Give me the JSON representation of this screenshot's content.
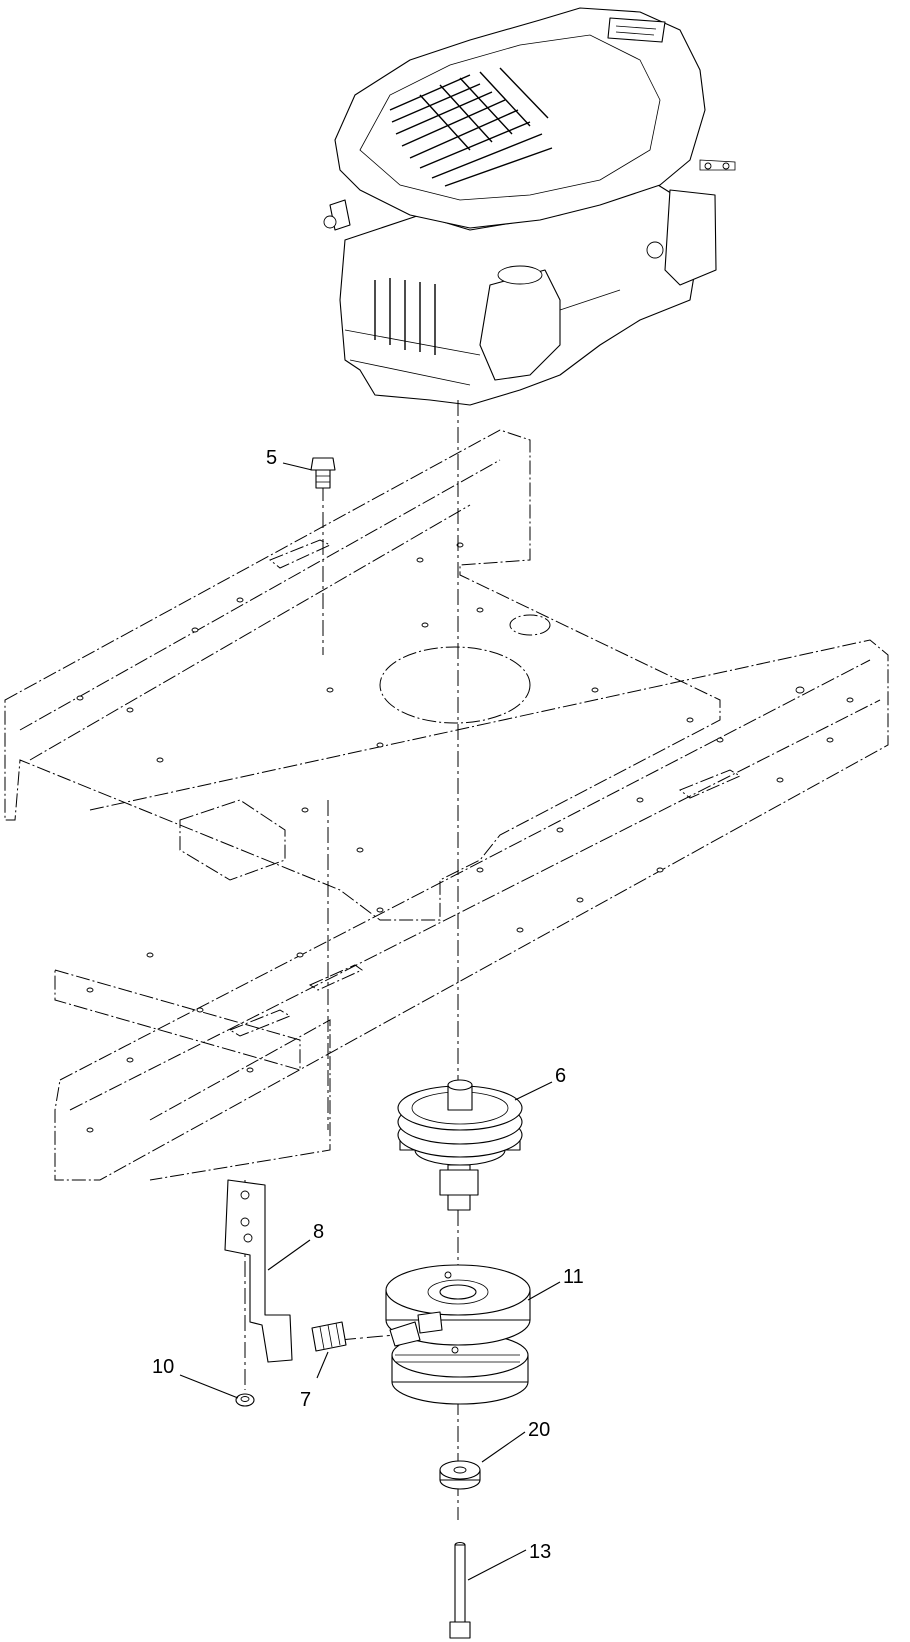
{
  "callouts": [
    {
      "id": "5",
      "label": "5"
    },
    {
      "id": "6",
      "label": "6"
    },
    {
      "id": "7",
      "label": "7"
    },
    {
      "id": "8",
      "label": "8"
    },
    {
      "id": "10",
      "label": "10"
    },
    {
      "id": "11",
      "label": "11"
    },
    {
      "id": "13",
      "label": "13"
    },
    {
      "id": "20",
      "label": "20"
    }
  ]
}
